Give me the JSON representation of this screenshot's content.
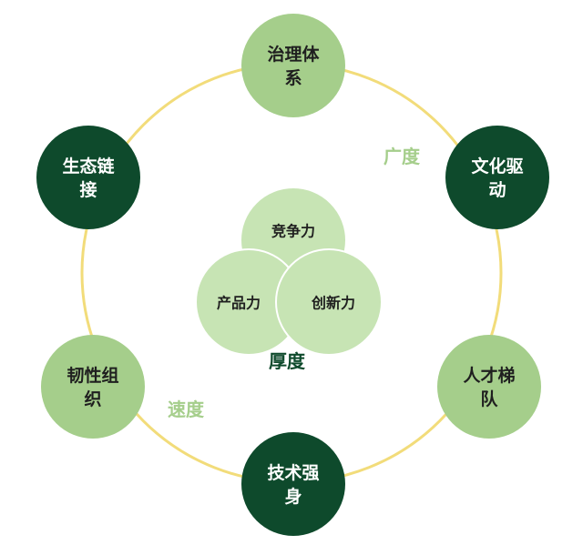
{
  "colors": {
    "ring": "#f2dc7a",
    "light_node": "#a5ce8b",
    "dark_node": "#0e4a2c",
    "light_text": "#1f1f1f",
    "dark_text": "#ffffff",
    "center_fill": "#c7e4b4",
    "center_stroke": "#ffffff",
    "breadth_label": "#a5ce8b",
    "speed_label": "#a5ce8b",
    "depth_label": "#0e4a2c"
  },
  "nodes": [
    {
      "line1": "治理体",
      "line2": "系",
      "style": "light"
    },
    {
      "line1": "文化驱",
      "line2": "动",
      "style": "dark"
    },
    {
      "line1": "人才梯",
      "line2": "队",
      "style": "light"
    },
    {
      "line1": "技术强",
      "line2": "身",
      "style": "dark"
    },
    {
      "line1": "韧性组",
      "line2": "织",
      "style": "light"
    },
    {
      "line1": "生态链",
      "line2": "接",
      "style": "dark"
    }
  ],
  "center": {
    "top": "竞争力",
    "left": "产品力",
    "right": "创新力"
  },
  "labels": {
    "breadth": "广度",
    "speed": "速度",
    "depth": "厚度"
  }
}
